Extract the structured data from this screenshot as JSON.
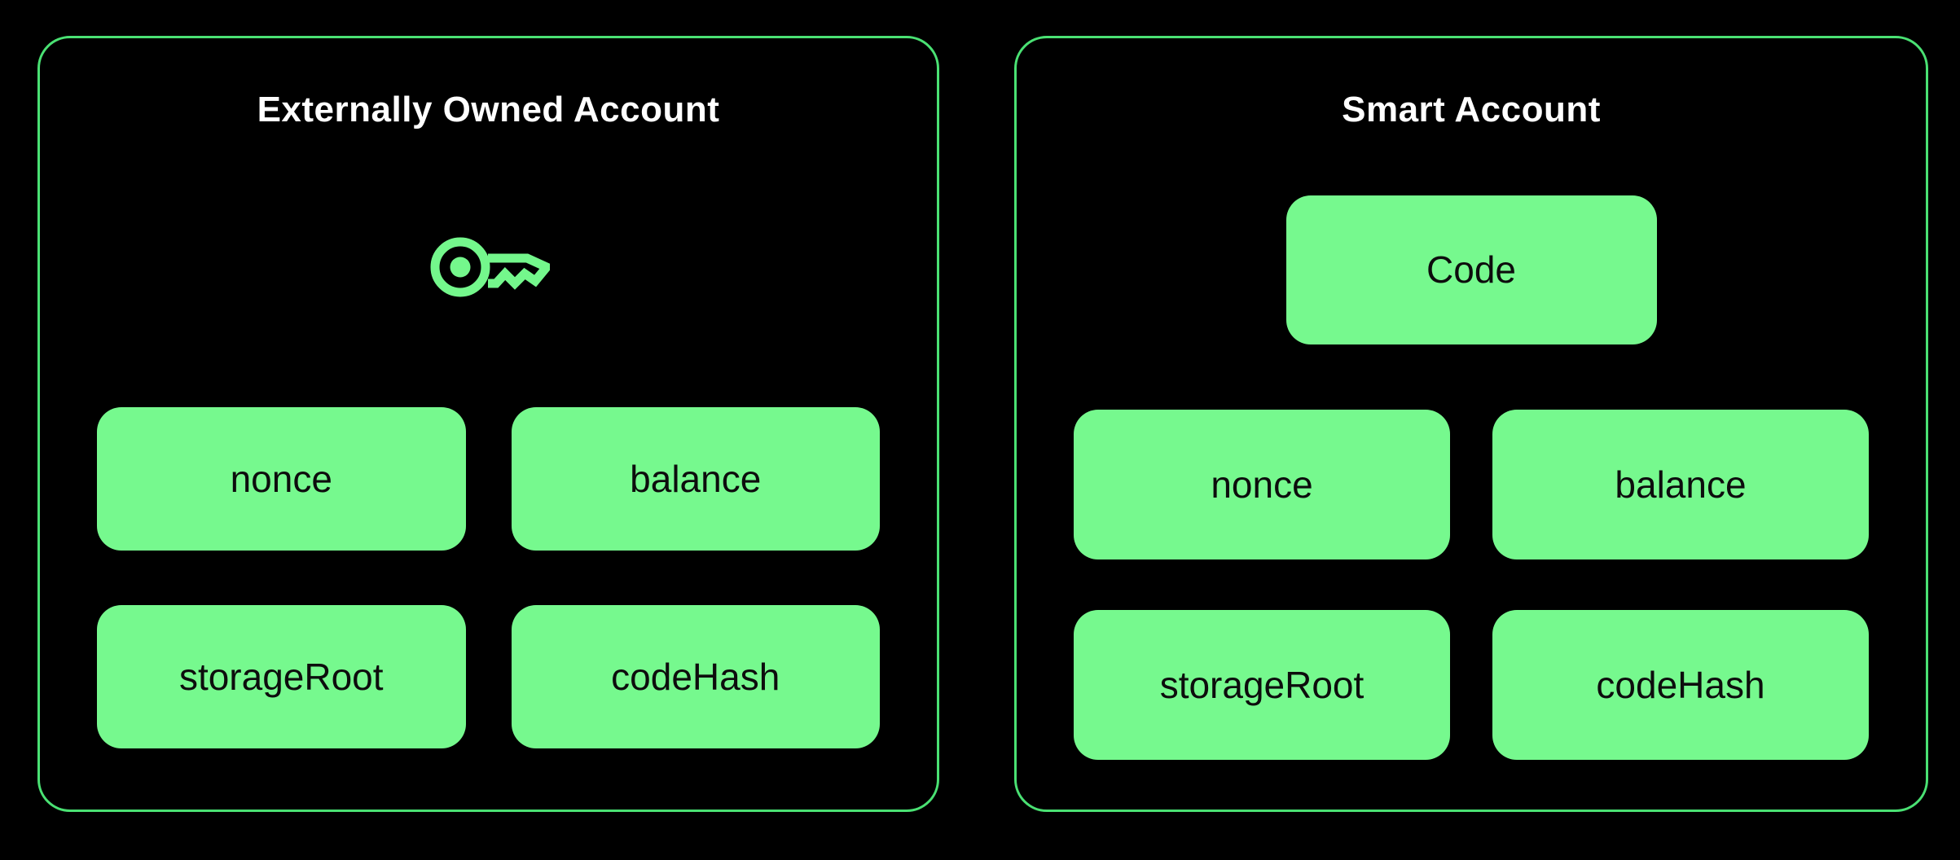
{
  "diagram": {
    "colors": {
      "background": "#000000",
      "panel_border": "#4AE173",
      "box_fill": "#76F98E",
      "box_text": "#0D0D0D",
      "title_text": "#FFFFFF",
      "icon_green": "#74F78C"
    },
    "panels": [
      {
        "id": "eoa",
        "title": "Externally Owned Account",
        "icon": "key-icon",
        "fields": [
          "nonce",
          "balance",
          "storageRoot",
          "codeHash"
        ]
      },
      {
        "id": "smart",
        "title": "Smart Account",
        "code_label": "Code",
        "fields": [
          "nonce",
          "balance",
          "storageRoot",
          "codeHash"
        ]
      }
    ]
  }
}
